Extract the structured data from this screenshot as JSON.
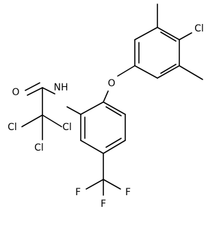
{
  "molecule": {
    "atoms": {
      "cl_top": "Cl",
      "o_ether": "O",
      "nh": "NH",
      "o_carbonyl": "O",
      "cl_1": "Cl",
      "cl_2": "Cl",
      "cl_3": "Cl",
      "f_1": "F",
      "f_2": "F",
      "f_3": "F"
    }
  }
}
